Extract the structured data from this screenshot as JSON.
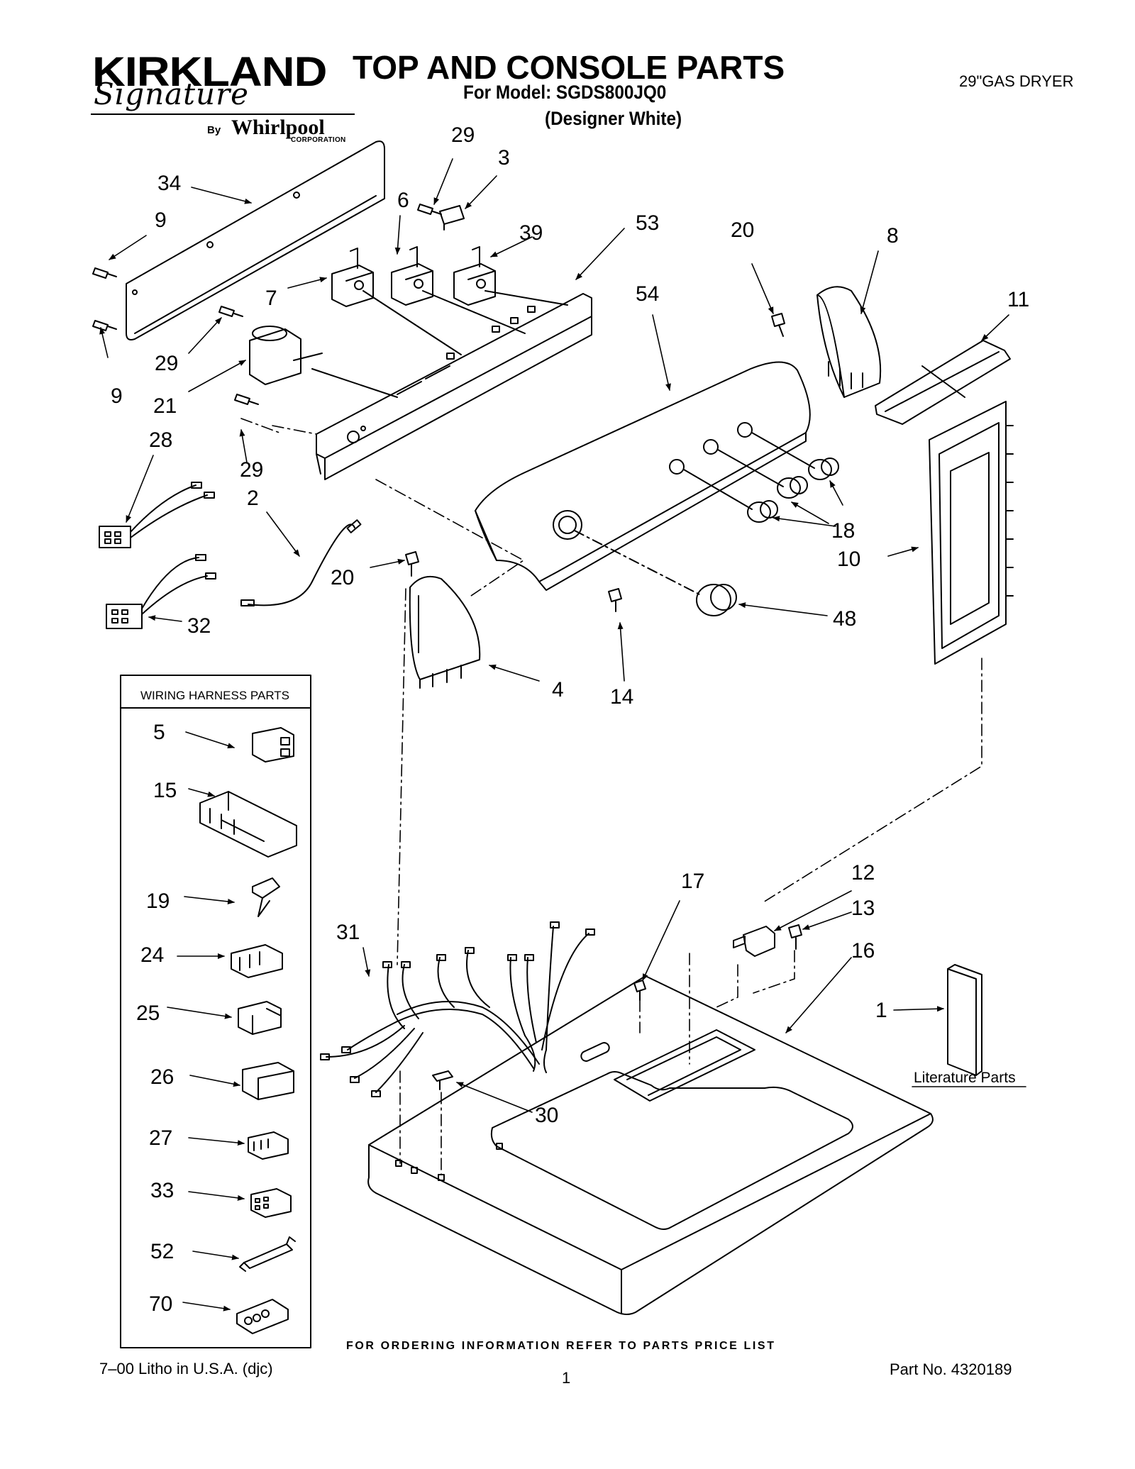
{
  "header": {
    "brand": "KIRKLAND",
    "brand_script": "Signature",
    "by": "By",
    "maker": "Whirlpool",
    "maker_suffix": "CORPORATION",
    "title": "TOP AND CONSOLE PARTS",
    "model_line": "For Model: SGDS800JQ0",
    "variant": "(Designer White)",
    "product": "29\"GAS DRYER"
  },
  "callouts": {
    "c29a": "29",
    "c3": "3",
    "c34": "34",
    "c6": "6",
    "c9a": "9",
    "c39": "39",
    "c53": "53",
    "c20a": "20",
    "c8": "8",
    "c11": "11",
    "c7": "7",
    "c54": "54",
    "c29b": "29",
    "c9b": "9",
    "c21": "21",
    "c28": "28",
    "c29c": "29",
    "c2": "2",
    "c18": "18",
    "c10": "10",
    "c20b": "20",
    "c48": "48",
    "c32": "32",
    "c4": "4",
    "c14": "14",
    "c17": "17",
    "c12": "12",
    "c13": "13",
    "c31": "31",
    "c16": "16",
    "c1": "1",
    "c30": "30"
  },
  "harness_box": {
    "title": "WIRING HARNESS PARTS",
    "items": [
      "5",
      "15",
      "19",
      "24",
      "25",
      "26",
      "27",
      "33",
      "52",
      "70"
    ]
  },
  "literature_label": "Literature Parts",
  "footer": {
    "note": "FOR ORDERING INFORMATION REFER TO PARTS PRICE LIST",
    "left": "7–00 Litho in U.S.A. (djc)",
    "page": "1",
    "part_no": "Part No. 4320189"
  }
}
